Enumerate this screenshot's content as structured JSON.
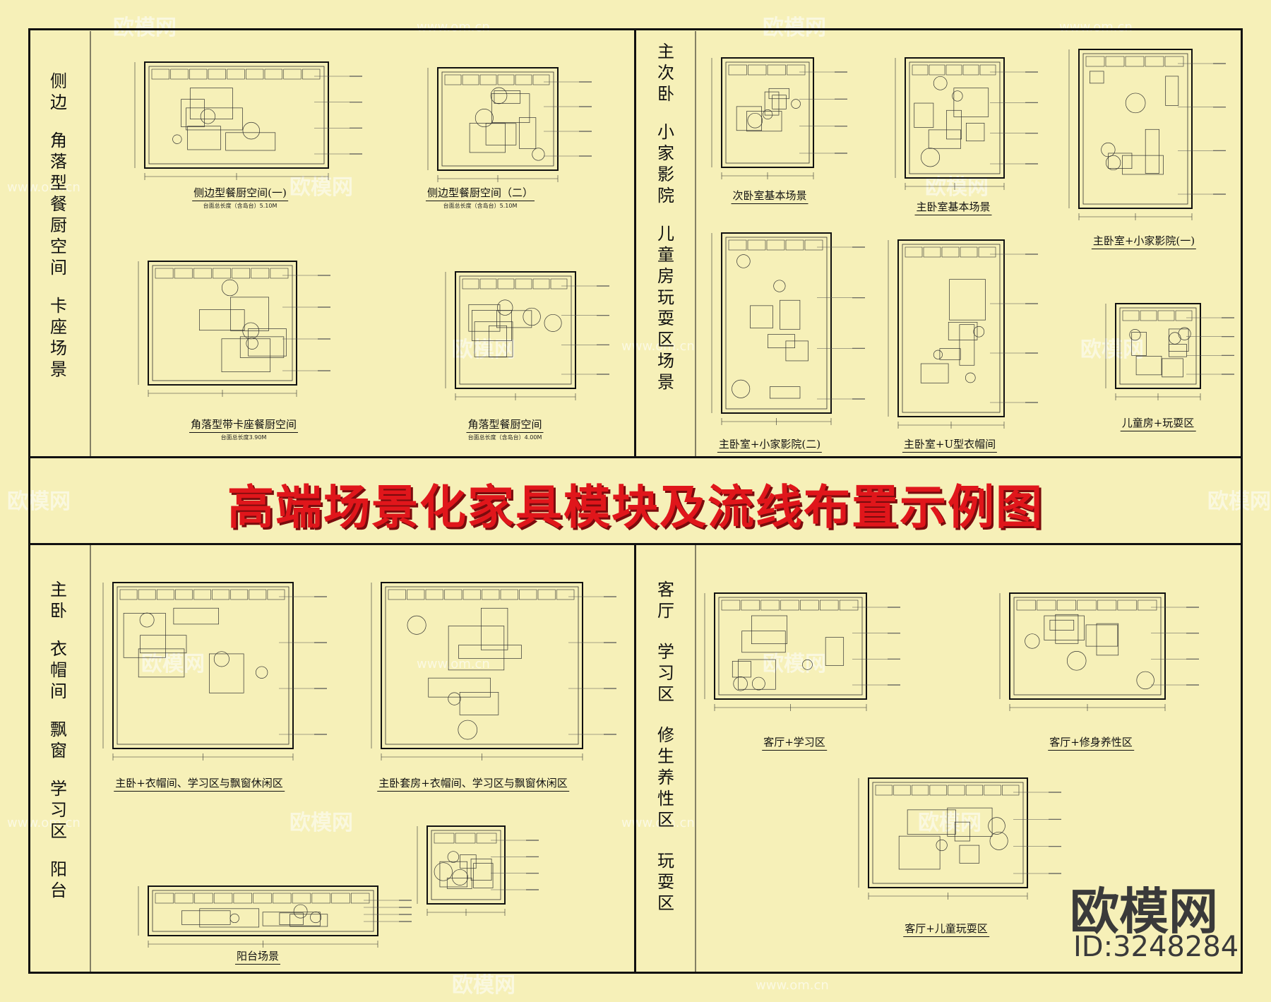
{
  "banner": {
    "title": "高端场景化家具模块及流线布置示例图"
  },
  "sections": {
    "top_left": {
      "side_label": [
        "侧边",
        "角落型餐厨空间",
        "卡座场景"
      ],
      "plans": [
        {
          "caption": "侧边型餐厨空间(一)",
          "note": "台面总长度（含岛台）5.10M"
        },
        {
          "caption": "侧边型餐厨空间（二）",
          "note": "台面总长度（含岛台）5.10M"
        },
        {
          "caption": "角落型带卡座餐厨空间",
          "note": "台面总长度3.90M"
        },
        {
          "caption": "角落型餐厨空间",
          "note": "台面总长度（含岛台）4.00M"
        }
      ]
    },
    "top_right": {
      "side_label": [
        "主次卧",
        "小家影院",
        "儿童房玩耍区场景"
      ],
      "plans": [
        {
          "caption": "次卧室基本场景"
        },
        {
          "caption": "主卧室基本场景"
        },
        {
          "caption": "主卧室+小家影院(一)"
        },
        {
          "caption": "主卧室+小家影院(二)"
        },
        {
          "caption": "主卧室+U型衣帽间"
        },
        {
          "caption": "儿童房+玩耍区"
        }
      ]
    },
    "bottom_left": {
      "side_label": [
        "主卧",
        "衣帽间",
        "飘窗",
        "学习区",
        "阳台"
      ],
      "plans": [
        {
          "caption": "主卧+衣帽间、学习区与飘窗休闲区"
        },
        {
          "caption": "主卧套房+衣帽间、学习区与飘窗休闲区"
        },
        {
          "caption": "阳台场景"
        }
      ]
    },
    "bottom_right": {
      "side_label": [
        "客厅",
        "学习区",
        "修生养性区",
        "玩耍区"
      ],
      "plans": [
        {
          "caption": "客厅+学习区"
        },
        {
          "caption": "客厅+修身养性区"
        },
        {
          "caption": "客厅+儿童玩耍区"
        }
      ]
    }
  },
  "watermark": {
    "text": "欧模网",
    "url": "www.om.cn"
  },
  "logo": {
    "name": "欧模网",
    "id": "ID:3248284"
  }
}
